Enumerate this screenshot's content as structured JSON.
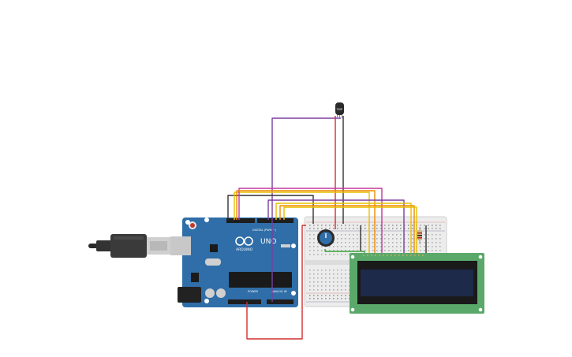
{
  "arduino": {
    "brand": "ARDUINO",
    "model": "UNO",
    "digital_label": "DIGITAL (PWM ~)",
    "power_label": "POWER",
    "analog_label": "ANALOG IN",
    "color": "#2f6ea8"
  },
  "sensor": {
    "label": "TMP"
  },
  "components": {
    "usb_cable": "usb-cable",
    "breadboard": "breadboard",
    "potentiometer": "potentiometer",
    "resistor": "resistor",
    "lcd": "lcd-16x2"
  },
  "colors": {
    "lcd_board": "#5aa86a",
    "lcd_screen": "#1d2a4a",
    "wire_red": "#d32f2f",
    "wire_black": "#333333",
    "wire_purple": "#7b3fa0",
    "wire_orange": "#f08c00",
    "wire_yellow": "#e6c000",
    "wire_magenta": "#c0399a",
    "wire_green": "#3aa33a"
  }
}
